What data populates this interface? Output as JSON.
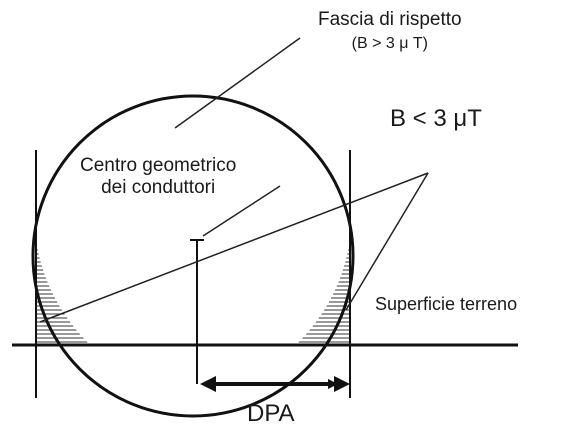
{
  "labels": {
    "fascia_title": "Fascia di rispetto",
    "fascia_condition": "(B > 3 μ T)",
    "b_outside": "B < 3 μT",
    "centro_line1": "Centro geometrico",
    "centro_line2": "dei conduttori",
    "superficie": "Superficie terreno",
    "dpa": "DPA"
  }
}
